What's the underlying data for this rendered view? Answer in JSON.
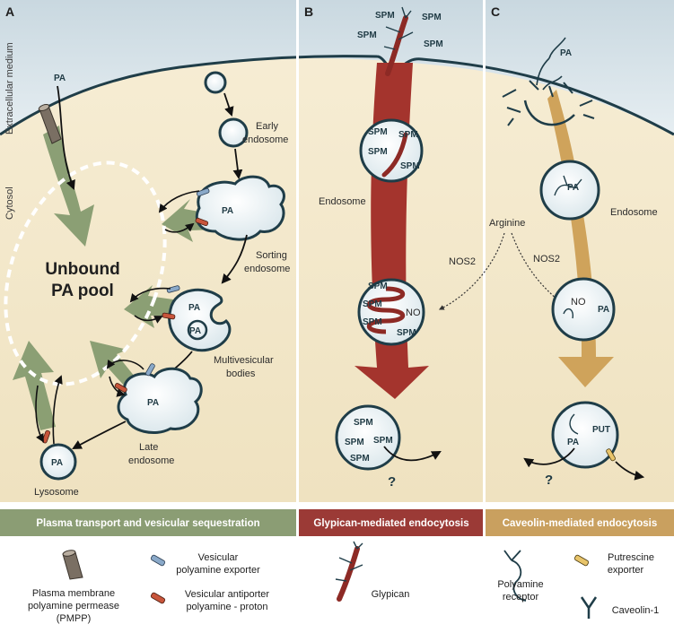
{
  "panels": {
    "a": "A",
    "b": "B",
    "c": "C"
  },
  "side_labels": {
    "extracellular": "Extracellular medium",
    "cytosol": "Cytosol"
  },
  "panel_a": {
    "pa": "PA",
    "early_endosome_line1": "Early",
    "early_endosome_line2": "endosome",
    "sorting_line1": "Sorting",
    "sorting_line2": "endosome",
    "mvb_line1": "Multivesicular",
    "mvb_line2": "bodies",
    "late_line1": "Late",
    "late_line2": "endosome",
    "lysosome": "Lysosome",
    "pool_line1": "Unbound",
    "pool_line2": "PA pool"
  },
  "panel_b": {
    "spm": "SPM",
    "no": "NO",
    "endosome": "Endosome",
    "nos2": "NOS2",
    "question": "?"
  },
  "panel_c": {
    "pa": "PA",
    "no": "NO",
    "put": "PUT",
    "endosome": "Endosome",
    "nos2": "NOS2",
    "arginine": "Arginine",
    "question": "?"
  },
  "bands": {
    "a": "Plasma transport and vesicular sequestration",
    "b": "Glypican-mediated endocytosis",
    "c": "Caveolin-mediated endocytosis"
  },
  "legend": {
    "pmpp_line1": "Plasma membrane",
    "pmpp_line2": "polyamine permease",
    "pmpp_line3": "(PMPP)",
    "exporter_line1": "Vesicular",
    "exporter_line2": "polyamine exporter",
    "antiporter_line1": "Vesicular antiporter",
    "antiporter_line2": "polyamine - proton",
    "glypican": "Glypican",
    "receptor_line1": "Polyamine",
    "receptor_line2": "receptor",
    "putrescine_line1": "Putrescine",
    "putrescine_line2": "exporter",
    "caveolin": "Caveolin-1"
  },
  "colors": {
    "panel_bg": "#f6ecd4",
    "medium_bg": "#d2dfe6",
    "membrane": "#1f3d48",
    "vesicle_fill": "#e8f1f4",
    "green": "#7f976a",
    "red": "#a4342d",
    "gold": "#cfa35b",
    "band_green": "#8b9d74",
    "band_red": "#9b3a36",
    "band_gold": "#c9a05f"
  }
}
